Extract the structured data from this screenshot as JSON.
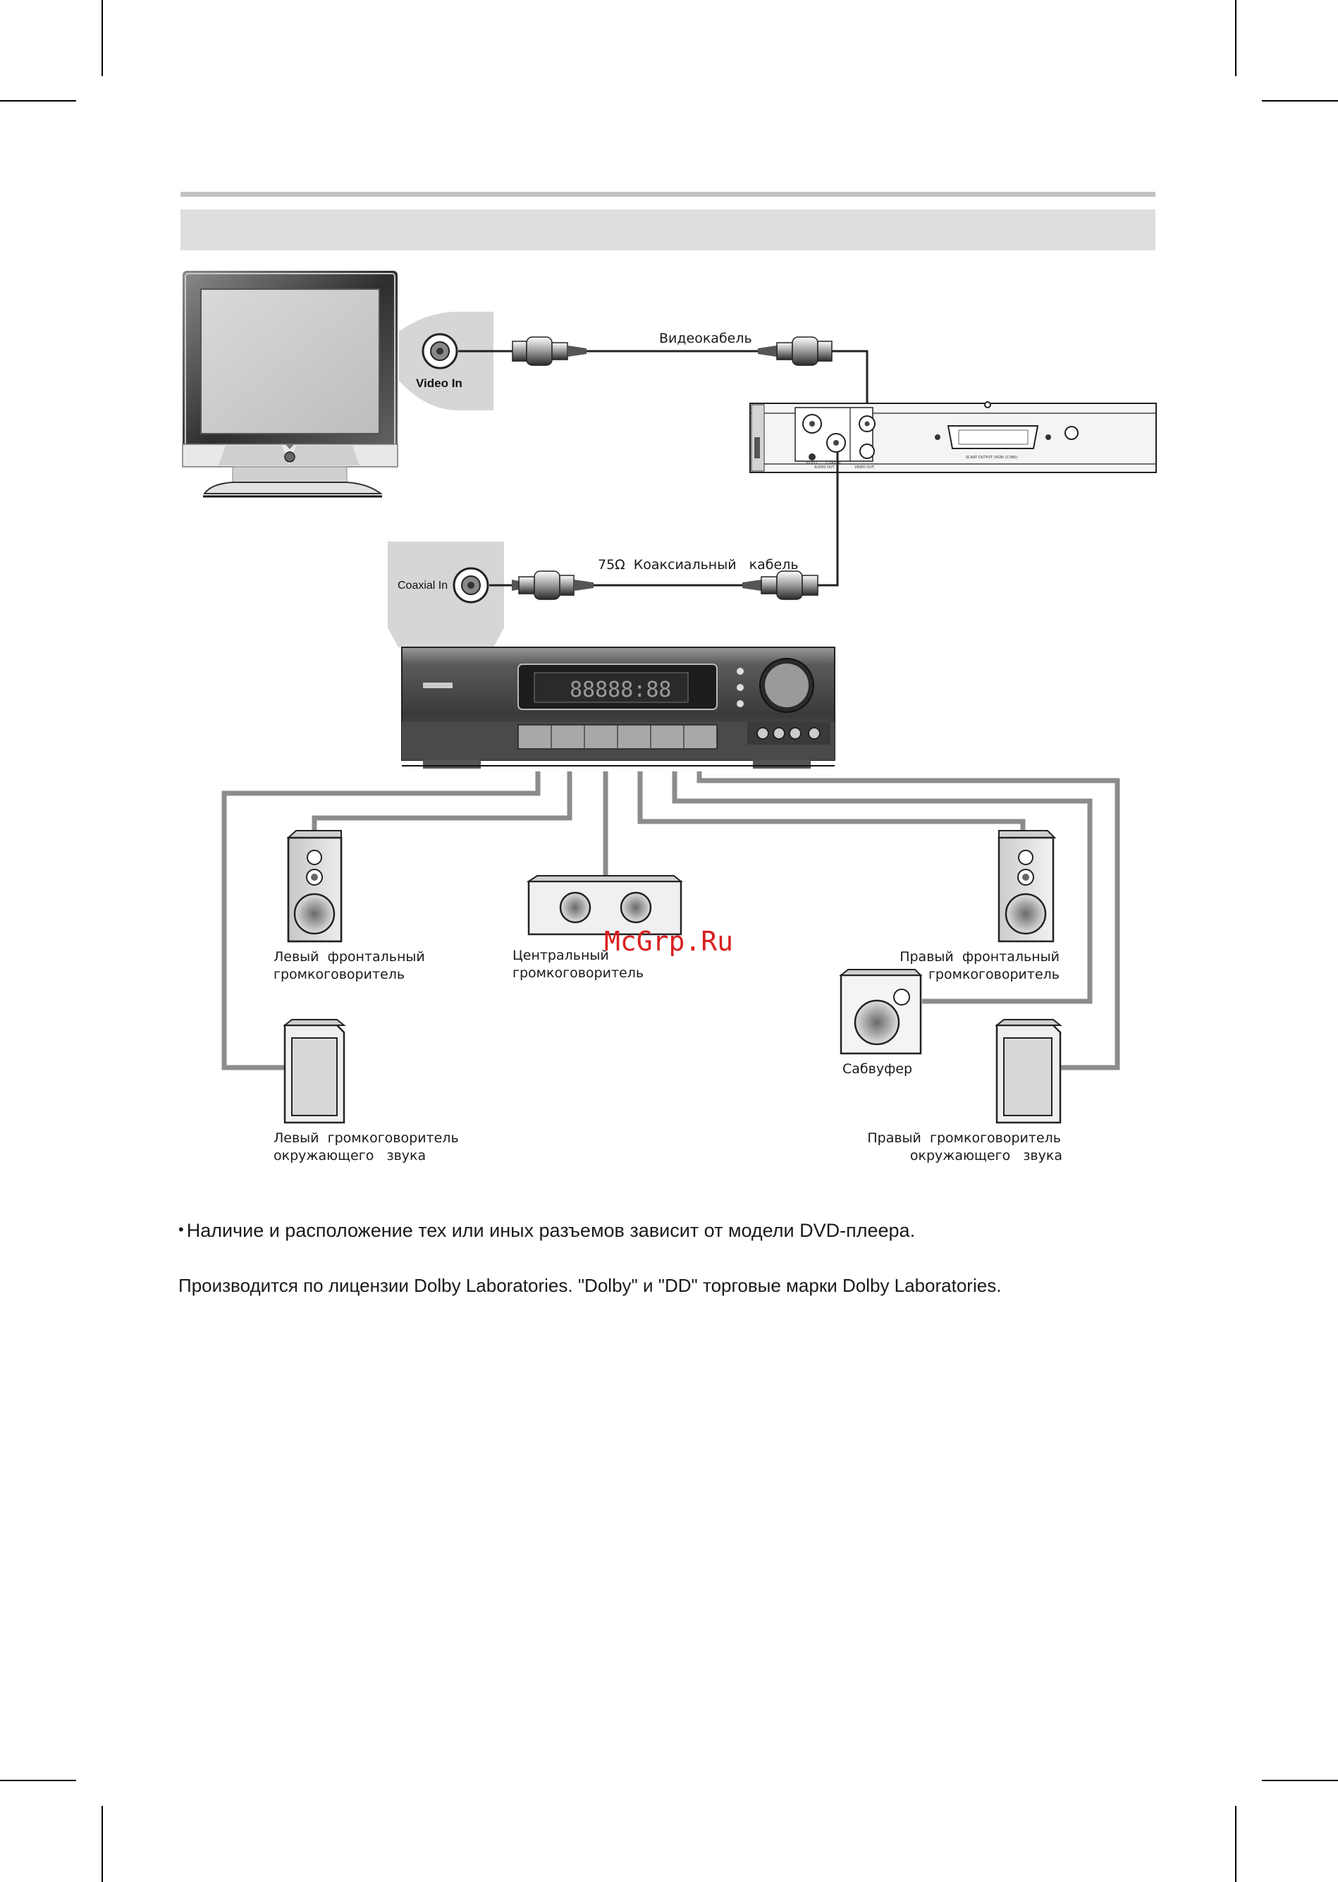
{
  "labels": {
    "video_cable": "Видеокабель",
    "video_in": "Video In",
    "coax_cable": "75Ω  Коаксиальный   кабель",
    "coaxial_in": "Coaxial In",
    "front_left_1": "Левый  фронтальный",
    "front_left_2": "громкоговоритель",
    "center_1": "Центральный",
    "center_2": "громкоговоритель",
    "front_right_1": "Правый  фронтальный",
    "front_right_2": "громкоговоритель",
    "subwoofer": "Сабвуфер",
    "surround_left_1": "Левый  громкоговоритель",
    "surround_left_2": "окружающего   звука",
    "surround_right_1": "Правый  громкоговоритель",
    "surround_right_2": "окружающего   звука",
    "watermark": "McGrp.Ru",
    "receiver_display": "88888:88"
  },
  "dvd_jacks": {
    "video": "VIDEO",
    "coaxial": "COAXIAL",
    "audio_out": "AUDIO OUT",
    "video_out": "VIDEO OUT",
    "scart": "SCART OUTPUT (RGB) (CVBS)"
  },
  "notes": {
    "availability": "Наличие и расположение тех или иных разъемов зависит от модели DVD-плеера.",
    "license": "Производится по лицензии Dolby Laboratories. \"Dolby\" и \"DD\" торговые марки Dolby Laboratories."
  }
}
